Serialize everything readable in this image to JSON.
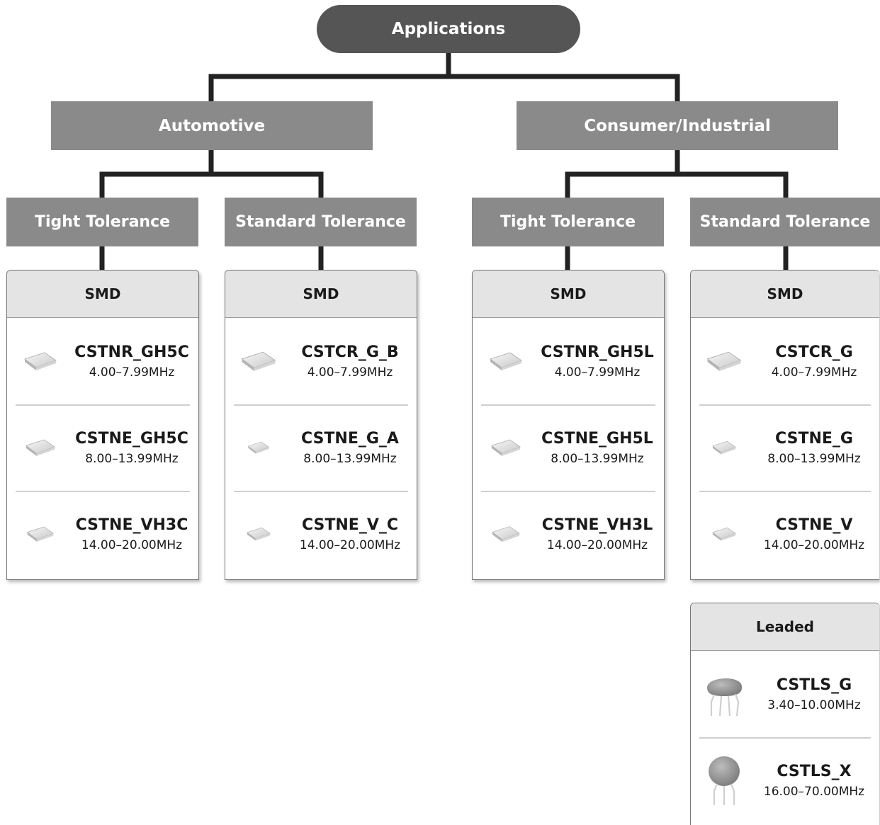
{
  "root": {
    "label": "Applications"
  },
  "categories": [
    {
      "label": "Automotive",
      "tolerances": [
        {
          "label": "Tight Tolerance",
          "panels": [
            {
              "header": "SMD",
              "items": [
                {
                  "name": "CSTNR_GH5C",
                  "freq": "4.00–7.99MHz",
                  "icon": "smd-chip-icon"
                },
                {
                  "name": "CSTNE_GH5C",
                  "freq": "8.00–13.99MHz",
                  "icon": "smd-chip-icon"
                },
                {
                  "name": "CSTNE_VH3C",
                  "freq": "14.00–20.00MHz",
                  "icon": "smd-chip-icon"
                }
              ]
            }
          ]
        },
        {
          "label": "Standard Tolerance",
          "panels": [
            {
              "header": "SMD",
              "items": [
                {
                  "name": "CSTCR_G_B",
                  "freq": "4.00–7.99MHz",
                  "icon": "smd-chip-icon"
                },
                {
                  "name": "CSTNE_G_A",
                  "freq": "8.00–13.99MHz",
                  "icon": "smd-chip-small-icon"
                },
                {
                  "name": "CSTNE_V_C",
                  "freq": "14.00–20.00MHz",
                  "icon": "smd-chip-small-icon"
                }
              ]
            }
          ]
        }
      ]
    },
    {
      "label": "Consumer/Industrial",
      "tolerances": [
        {
          "label": "Tight Tolerance",
          "panels": [
            {
              "header": "SMD",
              "items": [
                {
                  "name": "CSTNR_GH5L",
                  "freq": "4.00–7.99MHz",
                  "icon": "smd-chip-icon"
                },
                {
                  "name": "CSTNE_GH5L",
                  "freq": "8.00–13.99MHz",
                  "icon": "smd-chip-icon"
                },
                {
                  "name": "CSTNE_VH3L",
                  "freq": "14.00–20.00MHz",
                  "icon": "smd-chip-icon"
                }
              ]
            }
          ]
        },
        {
          "label": "Standard Tolerance",
          "panels": [
            {
              "header": "SMD",
              "items": [
                {
                  "name": "CSTCR_G",
                  "freq": "4.00–7.99MHz",
                  "icon": "smd-chip-icon"
                },
                {
                  "name": "CSTNE_G",
                  "freq": "8.00–13.99MHz",
                  "icon": "smd-chip-small-icon"
                },
                {
                  "name": "CSTNE_V",
                  "freq": "14.00–20.00MHz",
                  "icon": "smd-chip-small-icon"
                }
              ]
            },
            {
              "header": "Leaded",
              "items": [
                {
                  "name": "CSTLS_G",
                  "freq": "3.40–10.00MHz",
                  "icon": "leaded-resonator-icon"
                },
                {
                  "name": "CSTLS_X",
                  "freq": "16.00–70.00MHz",
                  "icon": "leaded-disc-resonator-icon"
                }
              ]
            }
          ]
        }
      ]
    }
  ]
}
